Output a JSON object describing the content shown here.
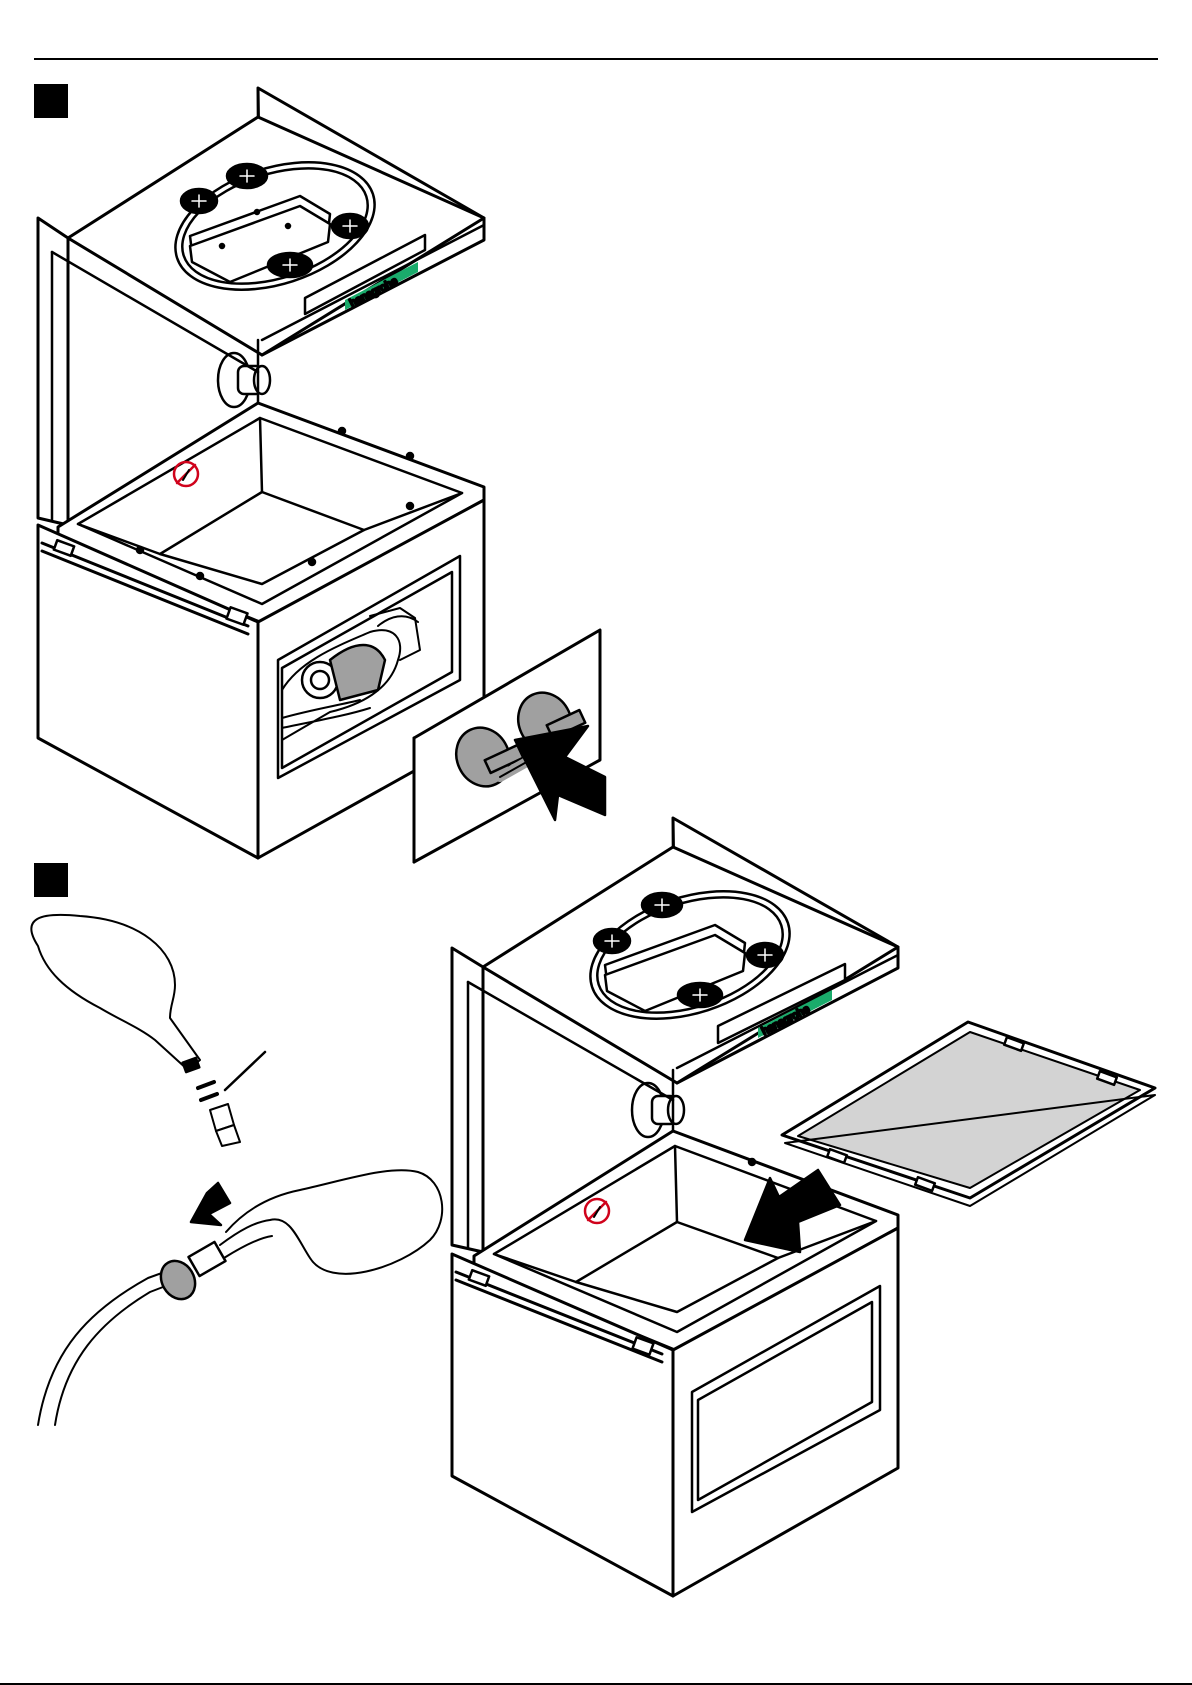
{
  "steps": [
    {
      "id": 1,
      "number": ""
    },
    {
      "id": 2,
      "number": ""
    }
  ],
  "brand": {
    "label": "hansgrohe",
    "color": "#1aab6b"
  },
  "colors": {
    "line": "#000000",
    "part_gray": "#a0a0a0",
    "panel_gray": "#d3d3d3",
    "warning_red": "#d0021b"
  },
  "icons": [
    "no-tool-warning-icon",
    "push-arrow-icon",
    "pull-arrow-icon",
    "suction-cup-icon"
  ]
}
